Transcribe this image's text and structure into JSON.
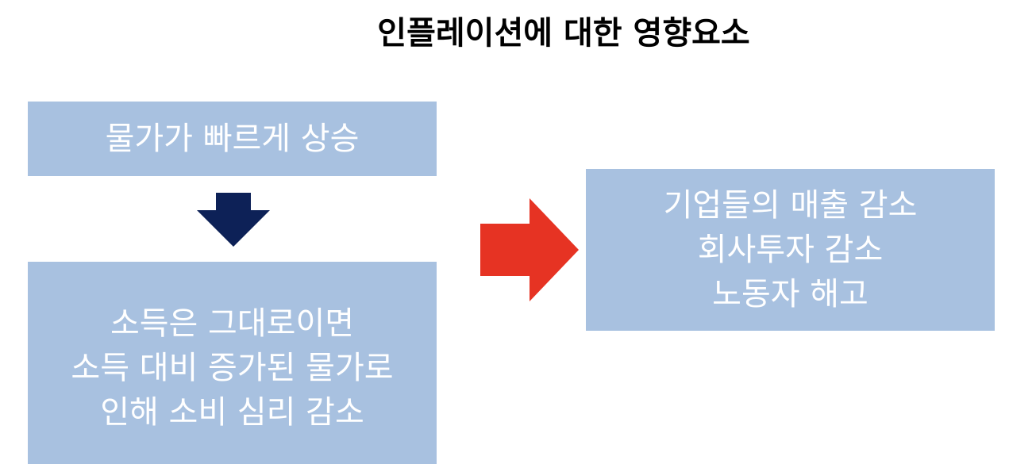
{
  "title": "인플레이션에 대한 영향요소",
  "boxes": {
    "box1": {
      "lines": [
        "물가가 빠르게 상승"
      ]
    },
    "box2": {
      "lines": [
        "소득은 그대로이면",
        "소득 대비 증가된 물가로",
        "인해 소비 심리 감소"
      ]
    },
    "box3": {
      "lines": [
        "기업들의 매출 감소",
        "회사투자 감소",
        "노동자 해고"
      ]
    }
  },
  "colors": {
    "box_fill": "#a8c1e0",
    "box_text": "#ffffff",
    "arrow_down": "#0d2157",
    "arrow_right": "#e63323",
    "title_text": "#000000"
  },
  "icons": {
    "arrow_down": "down-arrow-icon",
    "arrow_right": "right-arrow-icon"
  }
}
